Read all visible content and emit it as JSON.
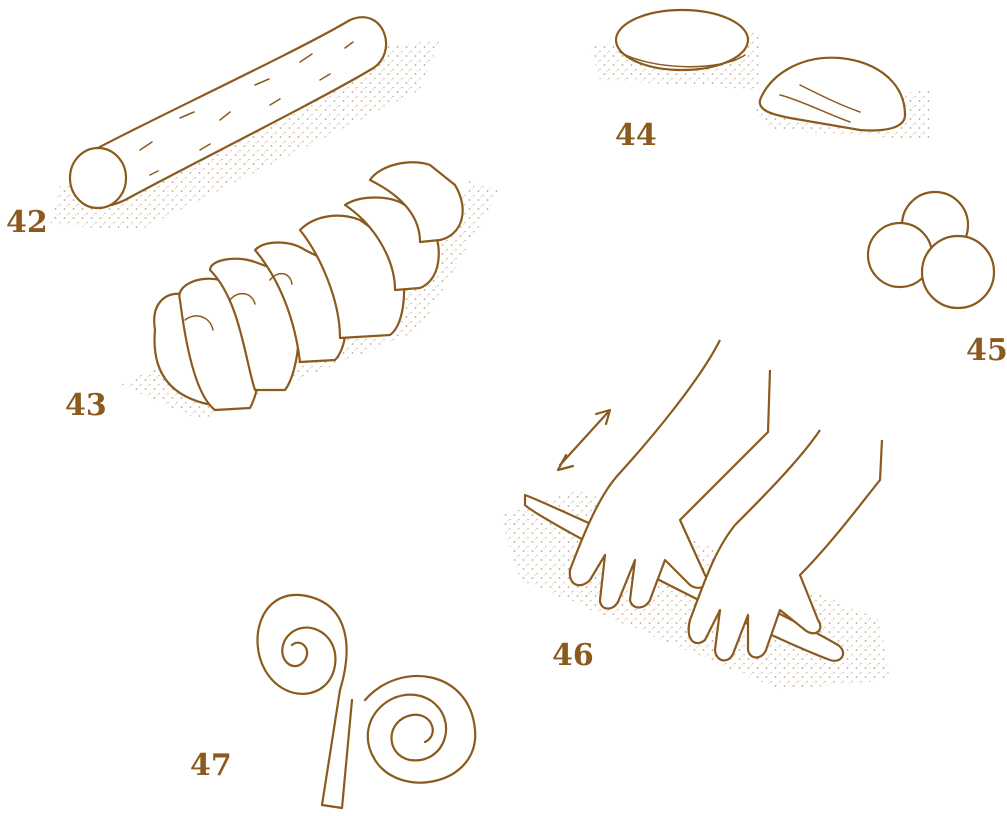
{
  "figures": [
    {
      "id": "42",
      "label": "42",
      "subject": "rolled dough log"
    },
    {
      "id": "43",
      "label": "43",
      "subject": "dough log cut into pieces"
    },
    {
      "id": "44",
      "label": "44",
      "subject": "dough piece and cut piece"
    },
    {
      "id": "45",
      "label": "45",
      "subject": "three dough balls cluster"
    },
    {
      "id": "46",
      "label": "46",
      "subject": "hands rolling dough rope"
    },
    {
      "id": "47",
      "label": "47",
      "subject": "coiled dough spirals"
    }
  ],
  "colors": {
    "ink": "#8b5a1e",
    "background": "#ffffff"
  }
}
